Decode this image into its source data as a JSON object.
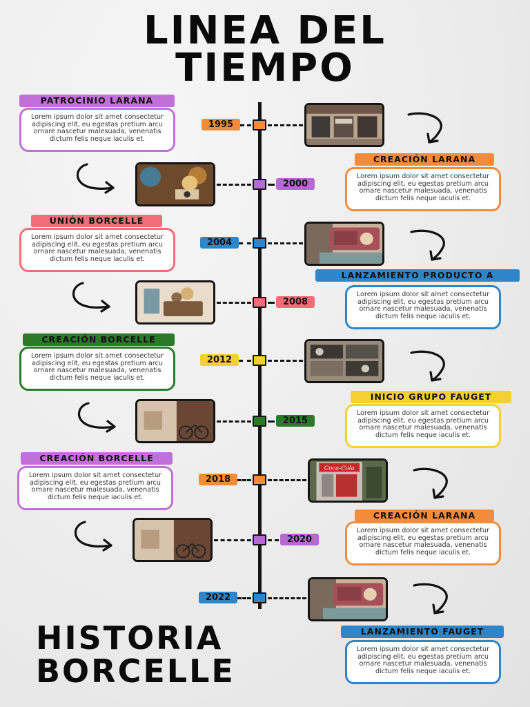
{
  "title": {
    "line1": "LINEA DEL",
    "line2": "TIEMPO"
  },
  "footer": {
    "line1": "HISTORIA",
    "line2": "BORCELLE"
  },
  "body_text": "Lorem ipsum dolor sit amet consectetur adipiscing elit, eu egestas pretium arcu ornare nascetur malesuada, venenatis dictum felis neque iaculis et.",
  "events": [
    {
      "year": "1995",
      "label": "PATROCINIO LARANA",
      "color": "#c070d8",
      "node_color": "#f28c3b",
      "year_color": "#f28c3b",
      "side": "left",
      "photo": "storefront-photo"
    },
    {
      "year": "2000",
      "label": "CREACIÓN LARANA",
      "color": "#f28c3b",
      "node_color": "#b56ad0",
      "year_color": "#b56ad0",
      "side": "right",
      "photo": "flowers-camera-photo"
    },
    {
      "year": "2004",
      "label": "UNIÓN BORCELLE",
      "color": "#f26d78",
      "node_color": "#2e86c8",
      "year_color": "#2e86c8",
      "side": "left",
      "photo": "vintage-radio-photo"
    },
    {
      "year": "2008",
      "label": "LANZAMIENTO PRODUCTO A",
      "color": "#2e86c8",
      "node_color": "#f26d78",
      "year_color": "#f26d78",
      "side": "right",
      "photo": "flowers-radio-photo"
    },
    {
      "year": "2012",
      "label": "CREACIÓN BORCELLE",
      "color": "#2a7a2a",
      "node_color": "#f5d030",
      "year_color": "#f5d030",
      "side": "left",
      "photo": "cassette-players-photo"
    },
    {
      "year": "2015",
      "label": "INICIO GRUPO FAUGET",
      "color": "#f5d030",
      "node_color": "#2a7a2a",
      "year_color": "#2a7a2a",
      "side": "right",
      "photo": "bicycle-street-photo"
    },
    {
      "year": "2018",
      "label": "CREACIÓN BORCELLE",
      "color": "#c070d8",
      "node_color": "#f28c3b",
      "year_color": "#f28c3b",
      "side": "left",
      "photo": "coca-cola-machine-photo"
    },
    {
      "year": "2020",
      "label": "CREACIÓN LARANA",
      "color": "#f28c3b",
      "node_color": "#b56ad0",
      "year_color": "#b56ad0",
      "side": "right",
      "photo": "bicycle-street-photo"
    },
    {
      "year": "2022",
      "label": "LANZAMIENTO FAUGET",
      "color": "#2e86c8",
      "node_color": "#2e86c8",
      "year_color": "#2e86c8",
      "side": "right",
      "photo": "vintage-radio-photo"
    }
  ]
}
